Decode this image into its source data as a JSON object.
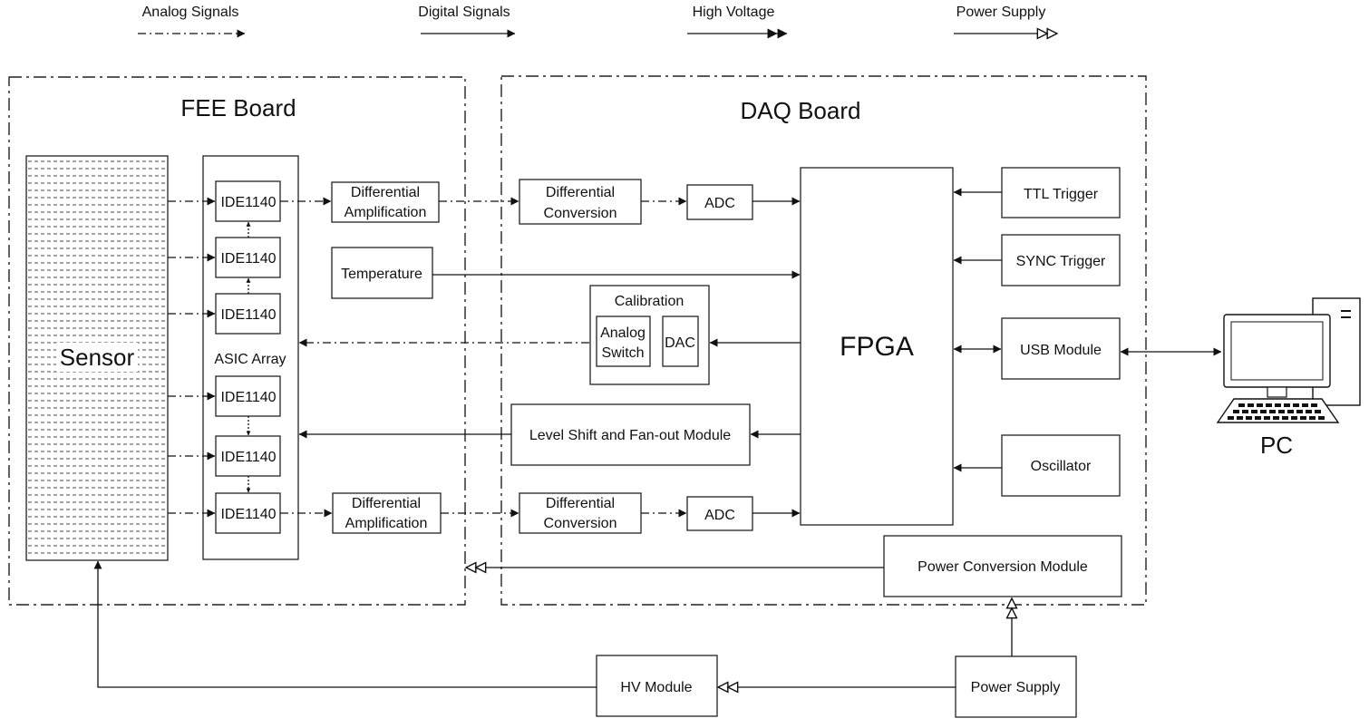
{
  "legend": {
    "analog": "Analog Signals",
    "digital": "Digital Signals",
    "hv": "High Voltage",
    "power": "Power Supply"
  },
  "boards": {
    "fee": "FEE Board",
    "daq": "DAQ Board"
  },
  "blocks": {
    "sensor": "Sensor",
    "asic_array": "ASIC Array",
    "ide": "IDE1140",
    "diff_amp_1": "Differential",
    "diff_amp_2": "Amplification",
    "temperature": "Temperature",
    "diff_conv_1": "Differential",
    "diff_conv_2": "Conversion",
    "adc": "ADC",
    "calibration": "Calibration",
    "analog_switch_1": "Analog",
    "analog_switch_2": "Switch",
    "dac": "DAC",
    "level_shift": "Level Shift and Fan-out Module",
    "fpga": "FPGA",
    "ttl_trigger": "TTL Trigger",
    "sync_trigger": "SYNC Trigger",
    "usb_module": "USB Module",
    "oscillator": "Oscillator",
    "power_conversion": "Power Conversion Module",
    "hv_module": "HV Module",
    "power_supply": "Power Supply",
    "pc": "PC"
  }
}
